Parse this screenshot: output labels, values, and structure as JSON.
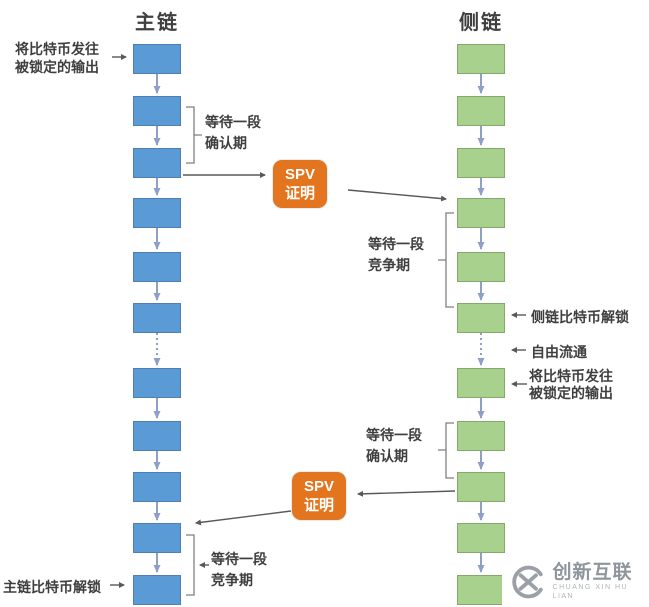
{
  "chains": {
    "main": {
      "title": "主链",
      "block_count": 11
    },
    "side": {
      "title": "侧链",
      "block_count": 11
    }
  },
  "annotations": {
    "main_send_lock": {
      "line1": "将比特币发往",
      "line2": "被锁定的输出"
    },
    "main_wait_confirm": {
      "line1": "等待一段",
      "line2": "确认期"
    },
    "spv1": {
      "line1": "SPV",
      "line2": "证明"
    },
    "side_wait_compete": {
      "line1": "等待一段",
      "line2": "竞争期"
    },
    "side_unlock": "侧链比特币解锁",
    "free_circulation": "自由流通",
    "side_send_lock": {
      "line1": "将比特币发往",
      "line2": "被锁定的输出"
    },
    "side_wait_confirm": {
      "line1": "等待一段",
      "line2": "确认期"
    },
    "spv2": {
      "line1": "SPV",
      "line2": "证明"
    },
    "main_wait_compete": {
      "line1": "等待一段",
      "line2": "竞争期"
    },
    "main_unlock": "主链比特币解锁"
  },
  "watermark": {
    "name": "创新互联",
    "pinyin": "CHUANG XIN HU LIAN"
  },
  "colors": {
    "main_block": "#5B9BD5",
    "side_block": "#A9D18E",
    "spv_box": "#E2751E",
    "chain_arrow": "#8EA0C8",
    "annotation": "#595959",
    "text": "#3F3F3F"
  }
}
